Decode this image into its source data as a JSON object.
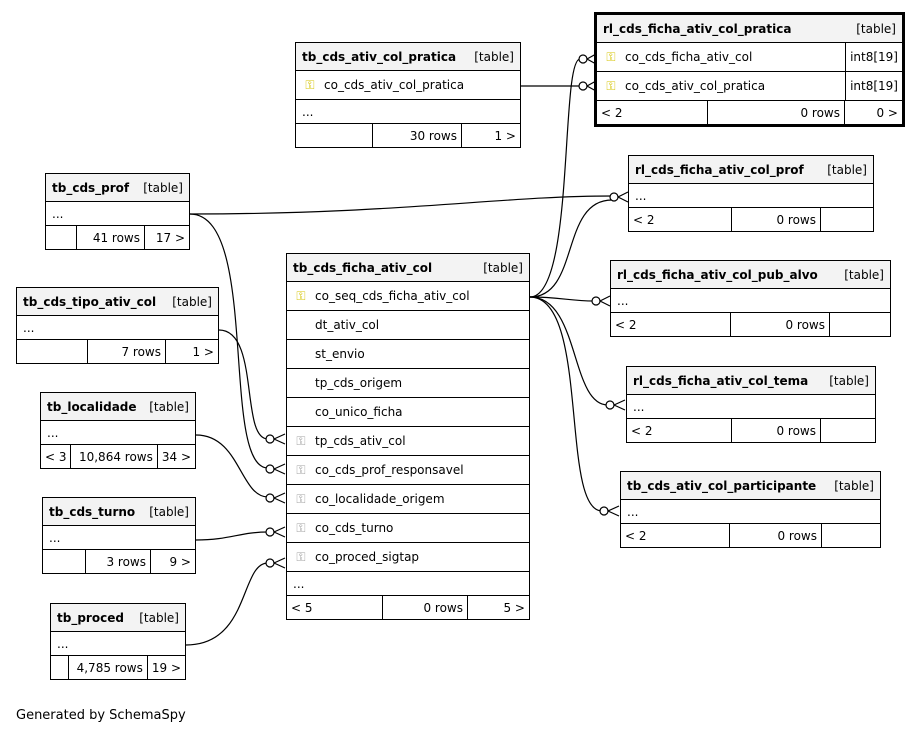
{
  "tables": {
    "pratica": {
      "name": "tb_cds_ativ_col_pratica",
      "kind": "[table]",
      "cols": [
        {
          "key": "pk",
          "name": "co_cds_ativ_col_pratica"
        }
      ],
      "ellipsis": "...",
      "parents": "",
      "rows": "30 rows",
      "children": "1 >"
    },
    "rl_pratica": {
      "name": "rl_cds_ficha_ativ_col_pratica",
      "kind": "[table]",
      "cols": [
        {
          "key": "pk",
          "name": "co_cds_ficha_ativ_col",
          "type": "int8[19]"
        },
        {
          "key": "pk",
          "name": "co_cds_ativ_col_pratica",
          "type": "int8[19]"
        }
      ],
      "parents": "< 2",
      "rows": "0 rows",
      "children": "0 >"
    },
    "prof": {
      "name": "tb_cds_prof",
      "kind": "[table]",
      "ellipsis": "...",
      "parents": "",
      "rows": "41 rows",
      "children": "17 >"
    },
    "rl_prof": {
      "name": "rl_cds_ficha_ativ_col_prof",
      "kind": "[table]",
      "ellipsis": "...",
      "parents": "< 2",
      "rows": "0 rows",
      "children": ""
    },
    "tipo": {
      "name": "tb_cds_tipo_ativ_col",
      "kind": "[table]",
      "ellipsis": "...",
      "parents": "",
      "rows": "7 rows",
      "children": "1 >"
    },
    "ficha": {
      "name": "tb_cds_ficha_ativ_col",
      "kind": "[table]",
      "cols": [
        {
          "key": "pk",
          "name": "co_seq_cds_ficha_ativ_col"
        },
        {
          "key": "",
          "name": "dt_ativ_col"
        },
        {
          "key": "",
          "name": "st_envio"
        },
        {
          "key": "",
          "name": "tp_cds_origem"
        },
        {
          "key": "",
          "name": "co_unico_ficha"
        },
        {
          "key": "fk",
          "name": "tp_cds_ativ_col"
        },
        {
          "key": "fk",
          "name": "co_cds_prof_responsavel"
        },
        {
          "key": "fk",
          "name": "co_localidade_origem"
        },
        {
          "key": "fk",
          "name": "co_cds_turno"
        },
        {
          "key": "fk",
          "name": "co_proced_sigtap"
        }
      ],
      "ellipsis": "...",
      "parents": "< 5",
      "rows": "0 rows",
      "children": "5 >"
    },
    "rl_pub": {
      "name": "rl_cds_ficha_ativ_col_pub_alvo",
      "kind": "[table]",
      "ellipsis": "...",
      "parents": "< 2",
      "rows": "0 rows",
      "children": ""
    },
    "localidade": {
      "name": "tb_localidade",
      "kind": "[table]",
      "ellipsis": "...",
      "parents": "< 3",
      "rows": "10,864 rows",
      "children": "34 >"
    },
    "rl_tema": {
      "name": "rl_cds_ficha_ativ_col_tema",
      "kind": "[table]",
      "ellipsis": "...",
      "parents": "< 2",
      "rows": "0 rows",
      "children": ""
    },
    "turno": {
      "name": "tb_cds_turno",
      "kind": "[table]",
      "ellipsis": "...",
      "parents": "",
      "rows": "3 rows",
      "children": "9 >"
    },
    "participante": {
      "name": "tb_cds_ativ_col_participante",
      "kind": "[table]",
      "ellipsis": "...",
      "parents": "< 2",
      "rows": "0 rows",
      "children": ""
    },
    "proced": {
      "name": "tb_proced",
      "kind": "[table]",
      "ellipsis": "...",
      "parents": "",
      "rows": "4,785 rows",
      "children": "19 >"
    }
  },
  "footer": "Generated by SchemaSpy",
  "icons": {
    "pk": "key-icon-gold",
    "fk": "key-icon-gray"
  }
}
